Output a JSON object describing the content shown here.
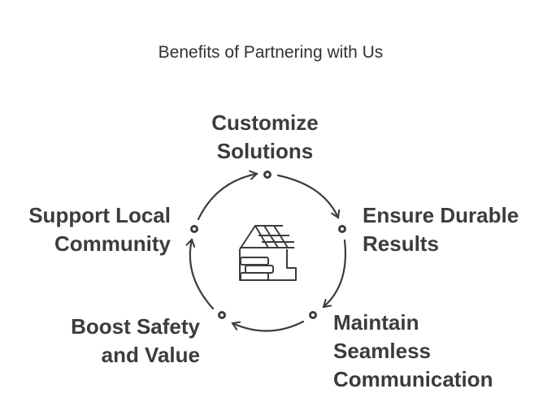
{
  "title": "Benefits of Partnering with Us",
  "steps": [
    {
      "line1": "Customize",
      "line2": "Solutions"
    },
    {
      "line1": "Ensure Durable",
      "line2": "Results"
    },
    {
      "line1": "Maintain",
      "line2": "Seamless",
      "line3": "Communication"
    },
    {
      "line1": "Boost Safety",
      "line2": "and Value"
    },
    {
      "line1": "Support Local",
      "line2": "Community"
    }
  ],
  "center_icon": "house-construction-icon",
  "colors": {
    "stroke": "#3c3c3c",
    "text": "#3c3c3c"
  }
}
